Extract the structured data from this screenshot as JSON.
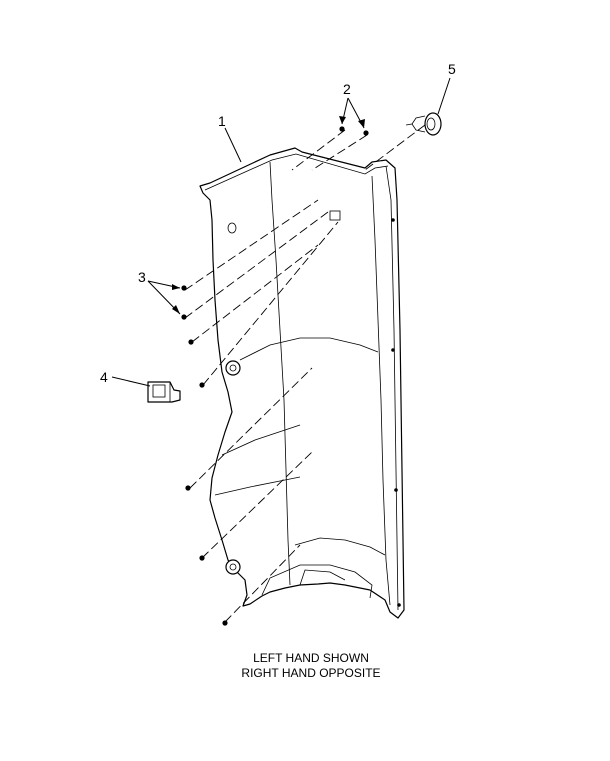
{
  "callouts": {
    "c1": "1",
    "c2": "2",
    "c3": "3",
    "c4": "4",
    "c5": "5"
  },
  "caption": {
    "line1": "LEFT HAND SHOWN",
    "line2": "RIGHT HAND OPPOSITE"
  }
}
